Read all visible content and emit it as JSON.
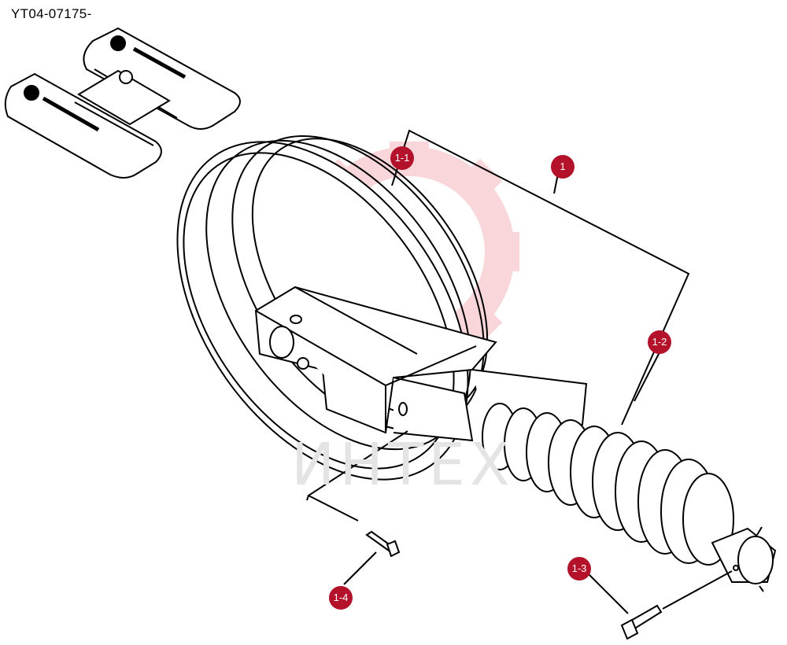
{
  "header": {
    "doc_code": "YT04-07175-"
  },
  "callouts": [
    {
      "id": "c-1",
      "label": "1"
    },
    {
      "id": "c-1-1",
      "label": "1-1"
    },
    {
      "id": "c-1-2",
      "label": "1-2"
    },
    {
      "id": "c-1-3",
      "label": "1-3"
    },
    {
      "id": "c-1-4",
      "label": "1-4"
    }
  ],
  "watermark": {
    "text": "ИНТЕХ",
    "color": "#f3b6bb"
  },
  "colors": {
    "callout": "#b3122a",
    "line": "#000000"
  }
}
